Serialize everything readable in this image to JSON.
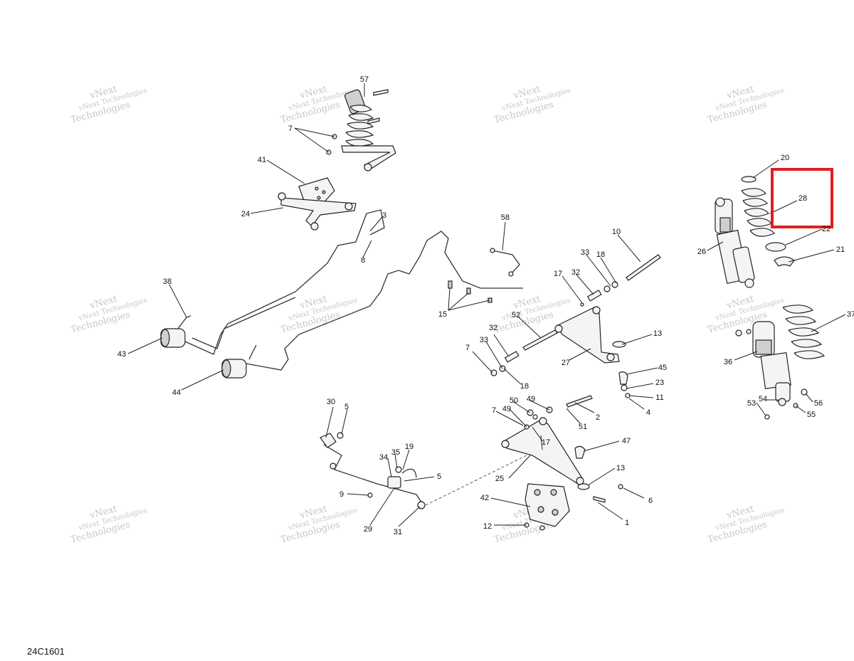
{
  "figure_id": "24C1601",
  "watermark": {
    "line1": "vNext",
    "line2": "Technologies",
    "line3": "vNext Technologies"
  },
  "highlight_color": "#e01e1e",
  "highlighted_callout": "28",
  "callouts": [
    "57",
    "7",
    "41",
    "24",
    "3",
    "8",
    "58",
    "10",
    "33",
    "18",
    "17",
    "32",
    "38",
    "15",
    "52",
    "13",
    "43",
    "44",
    "32",
    "33",
    "7",
    "27",
    "45",
    "18",
    "23",
    "11",
    "4",
    "50",
    "49",
    "30",
    "5",
    "7",
    "49",
    "2",
    "51",
    "17",
    "19",
    "47",
    "34",
    "35",
    "5",
    "13",
    "9",
    "25",
    "29",
    "31",
    "42",
    "6",
    "12",
    "1",
    "20",
    "28",
    "22",
    "21",
    "26",
    "37",
    "36",
    "53",
    "54",
    "56",
    "55"
  ]
}
